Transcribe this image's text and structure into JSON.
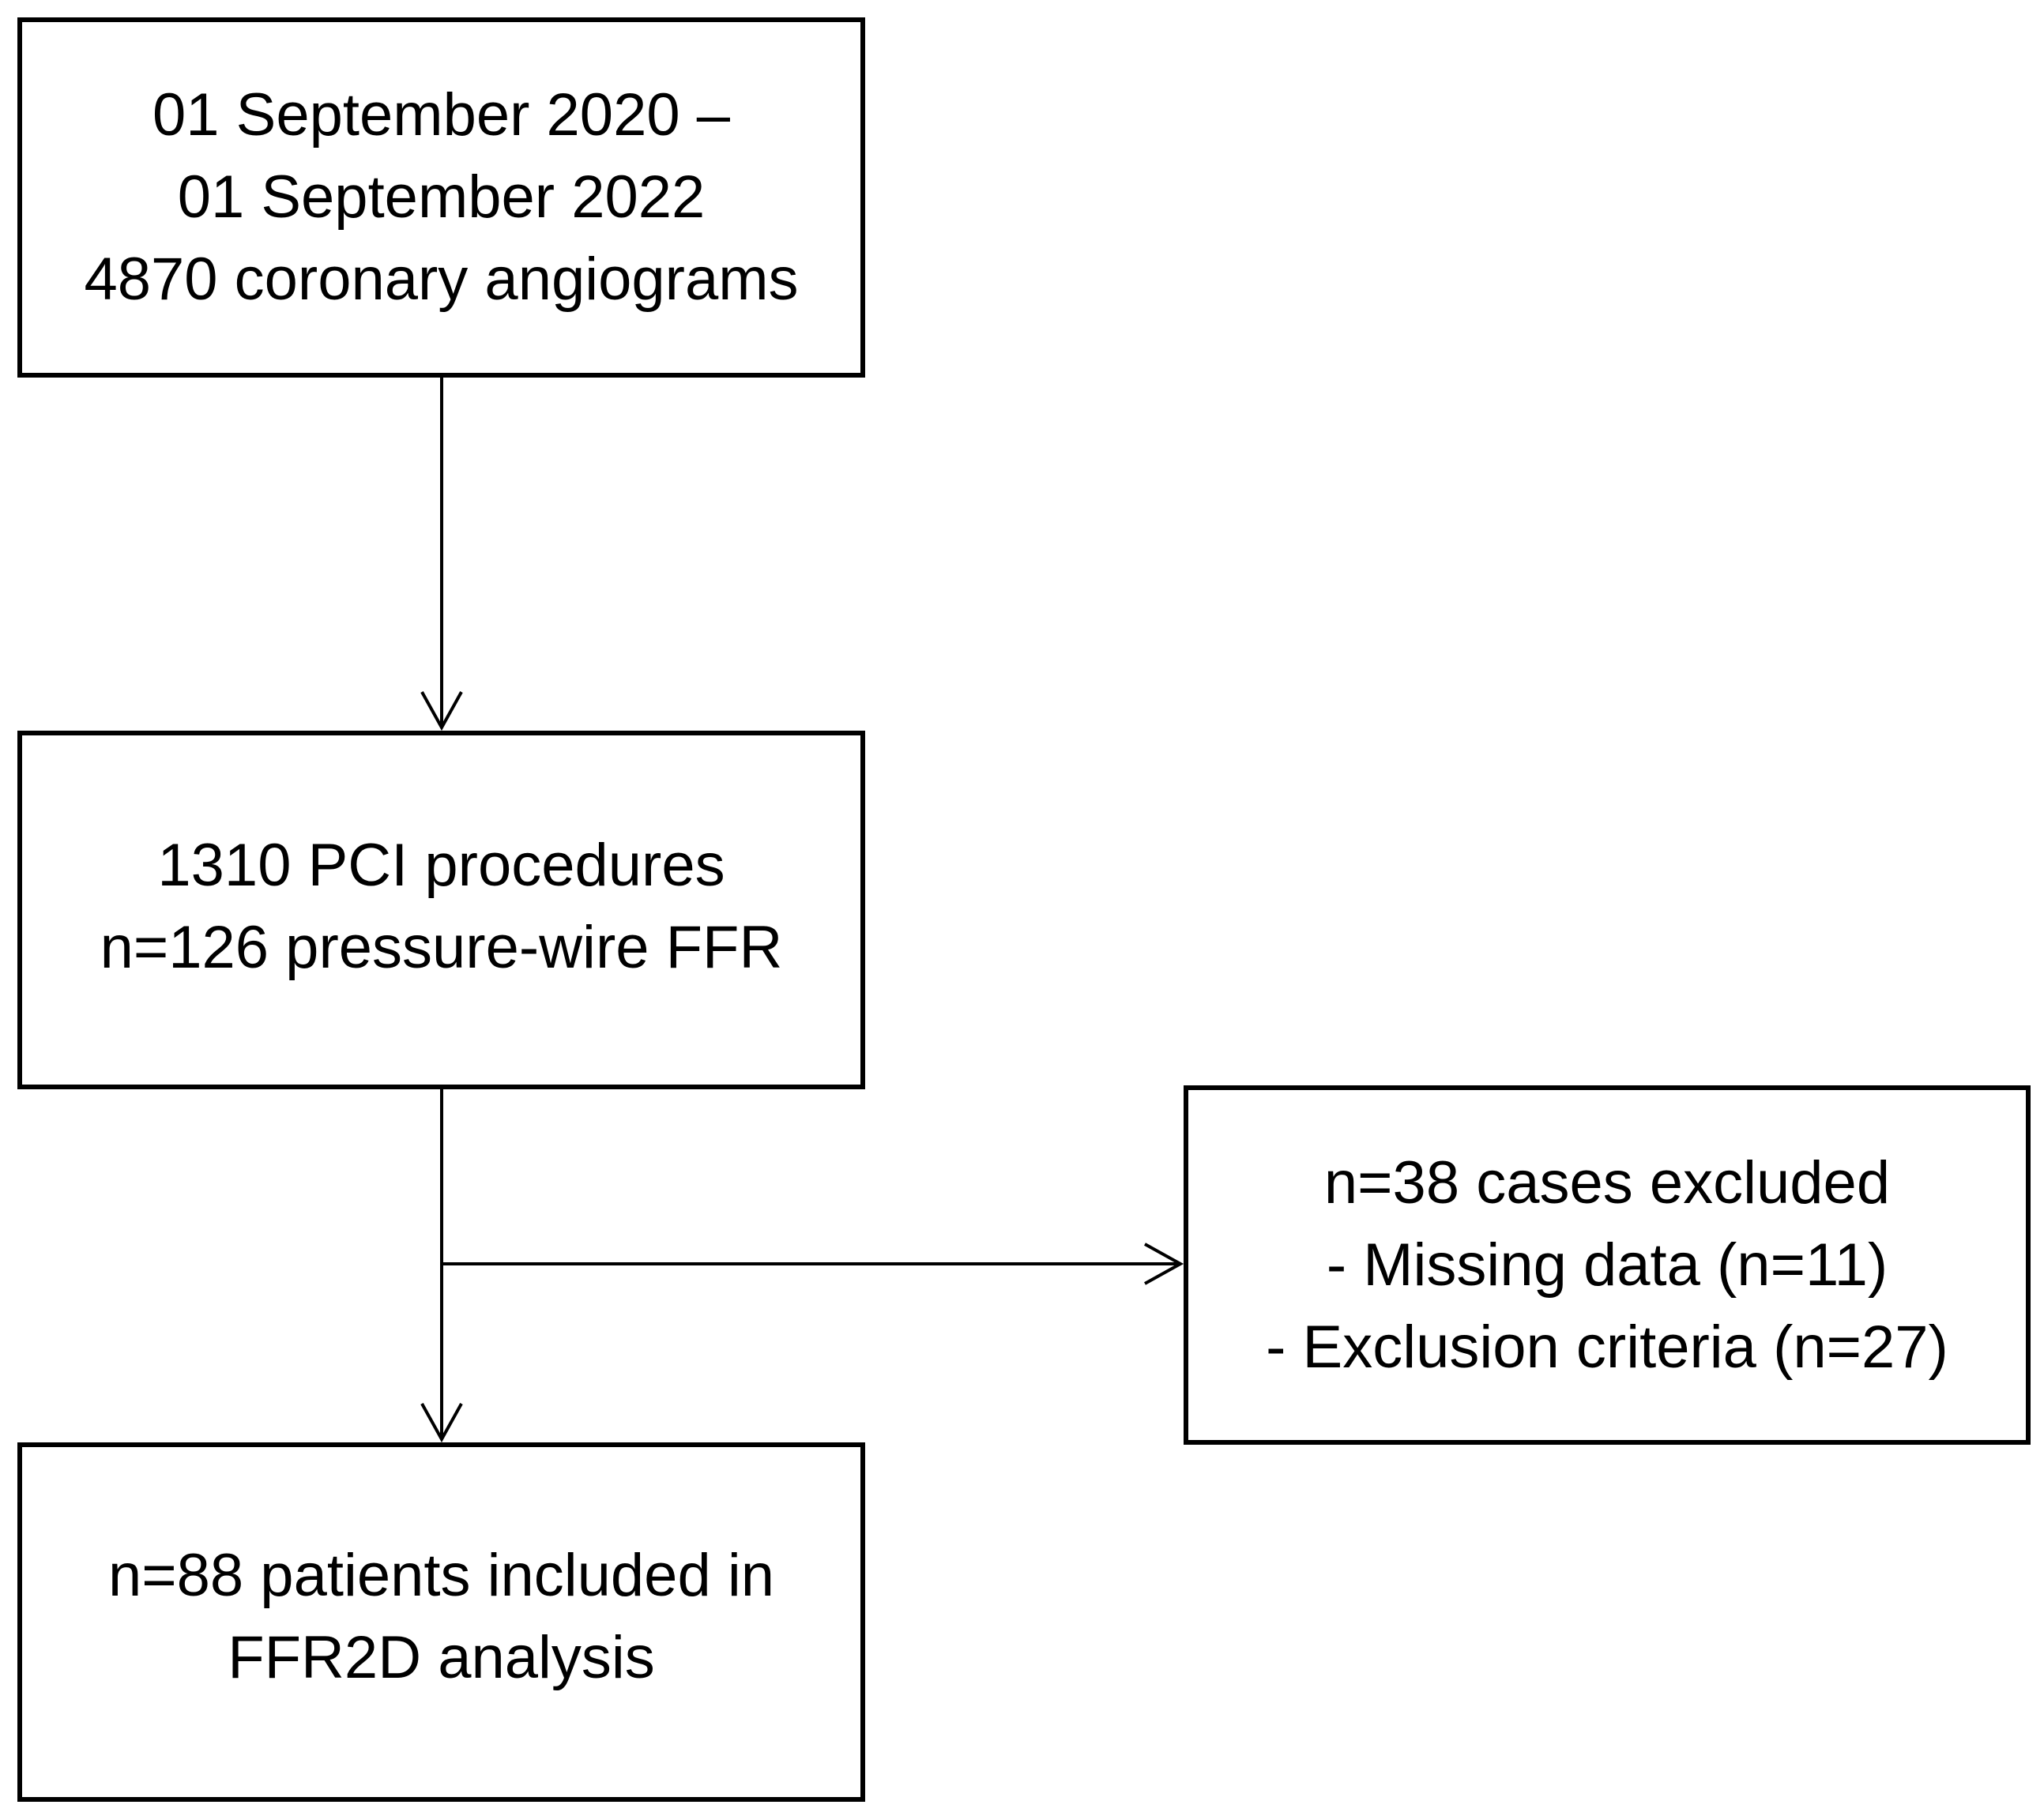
{
  "flowchart": {
    "start_box": {
      "lines": [
        "01 September 2020 –",
        "01 September 2022",
        "4870 coronary angiograms"
      ]
    },
    "pci_box": {
      "lines": [
        "1310 PCI procedures",
        "n=126 pressure-wire FFR"
      ]
    },
    "excluded_box": {
      "lines": [
        "n=38 cases excluded",
        "- Missing data (n=11)",
        "- Exclusion criteria (n=27)"
      ]
    },
    "included_box": {
      "lines": [
        "n=88 patients included in",
        "FFR2D analysis"
      ]
    }
  },
  "colors": {
    "line": "#000000",
    "background": "#ffffff"
  }
}
